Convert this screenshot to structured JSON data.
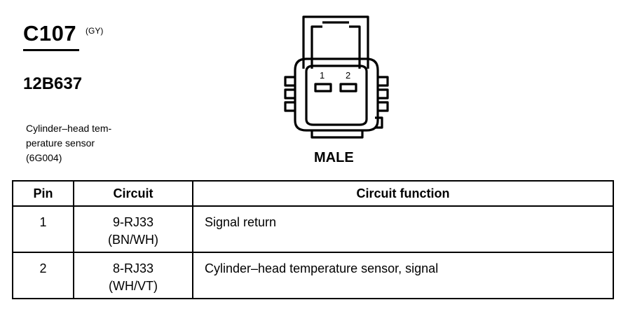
{
  "connector": {
    "id": "C107",
    "color": "(GY)",
    "part_number": "12B637",
    "description_lines": [
      "Cylinder–head tem-",
      "perature sensor",
      "(6G004)"
    ],
    "gender": "MALE",
    "pin_labels": [
      "1",
      "2"
    ]
  },
  "table": {
    "headers": [
      "Pin",
      "Circuit",
      "Circuit function"
    ],
    "rows": [
      {
        "pin": "1",
        "circuit": "9-RJ33",
        "wire_color": "(BN/WH)",
        "function": "Signal return"
      },
      {
        "pin": "2",
        "circuit": "8-RJ33",
        "wire_color": "(WH/VT)",
        "function": "Cylinder–head temperature sensor, signal"
      }
    ]
  }
}
